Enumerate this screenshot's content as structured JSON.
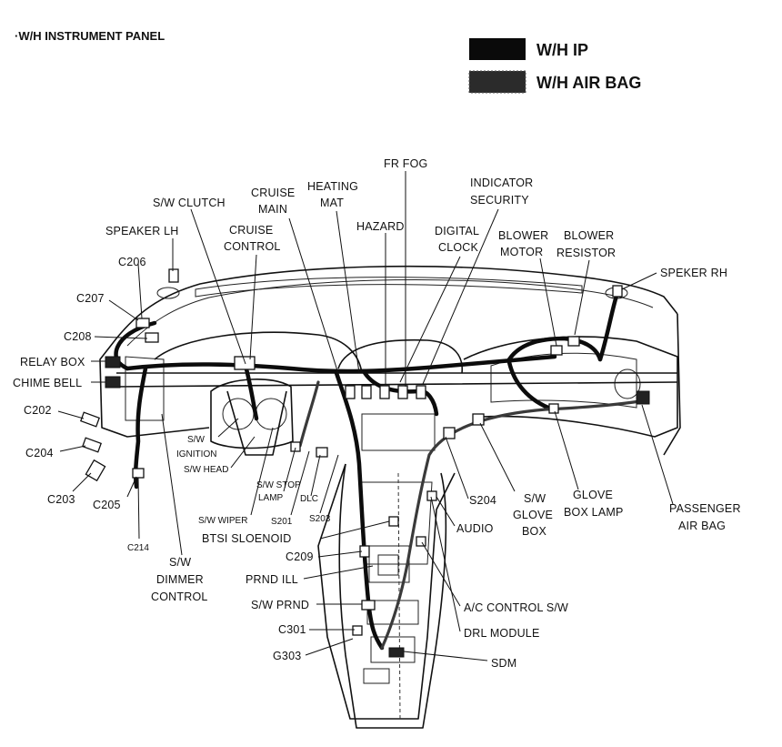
{
  "title": "·W/H INSTRUMENT PANEL",
  "legend": [
    {
      "label": "W/H IP",
      "color": "#0a0a0a"
    },
    {
      "label": "W/H AIR BAG",
      "color": "#2b2b2b"
    }
  ],
  "labels": {
    "fr_fog": "FR FOG",
    "indicator": "INDICATOR",
    "security": "SECURITY",
    "heating": "HEATING",
    "mat": "MAT",
    "cruise_main_1": "CRUISE",
    "cruise_main_2": "MAIN",
    "sw_clutch": "S/W CLUTCH",
    "speaker_lh": "SPEAKER LH",
    "cruise_control_1": "CRUISE",
    "cruise_control_2": "CONTROL",
    "hazard": "HAZARD",
    "digital": "DIGITAL",
    "clock": "CLOCK",
    "blower_motor_1": "BLOWER",
    "blower_motor_2": "MOTOR",
    "blower_resistor_1": "BLOWER",
    "blower_resistor_2": "RESISTOR",
    "speker_rh": "SPEKER RH",
    "c206": "C206",
    "c207": "C207",
    "c208": "C208",
    "relay_box": "RELAY BOX",
    "chime_bell": "CHIME BELL",
    "c202": "C202",
    "c204": "C204",
    "c203": "C203",
    "c205": "C205",
    "c214": "C214",
    "sw_ignition_1": "S/W",
    "sw_ignition_2": "IGNITION",
    "sw_head": "S/W HEAD",
    "sw_wiper": "S/W WIPER",
    "sw_stop_lamp_1": "S/W STOP",
    "sw_stop_lamp_2": "LAMP",
    "s201": "S201",
    "dlc": "DLC",
    "s203": "S203",
    "btsi": "BTSI SLOENOID",
    "sw_dimmer_1": "S/W",
    "sw_dimmer_2": "DIMMER",
    "sw_dimmer_3": "CONTROL",
    "c209": "C209",
    "prnd_ill": "PRND ILL",
    "sw_prnd": "S/W PRND",
    "c301": "C301",
    "g303": "G303",
    "s204": "S204",
    "audio": "AUDIO",
    "sw_glove_1": "S/W",
    "sw_glove_2": "GLOVE",
    "sw_glove_3": "BOX",
    "glove_lamp_1": "GLOVE",
    "glove_lamp_2": "BOX LAMP",
    "pass_airbag_1": "PASSENGER",
    "pass_airbag_2": "AIR BAG",
    "ac_control": "A/C CONTROL S/W",
    "drl_module": "DRL MODULE",
    "sdm": "SDM"
  }
}
